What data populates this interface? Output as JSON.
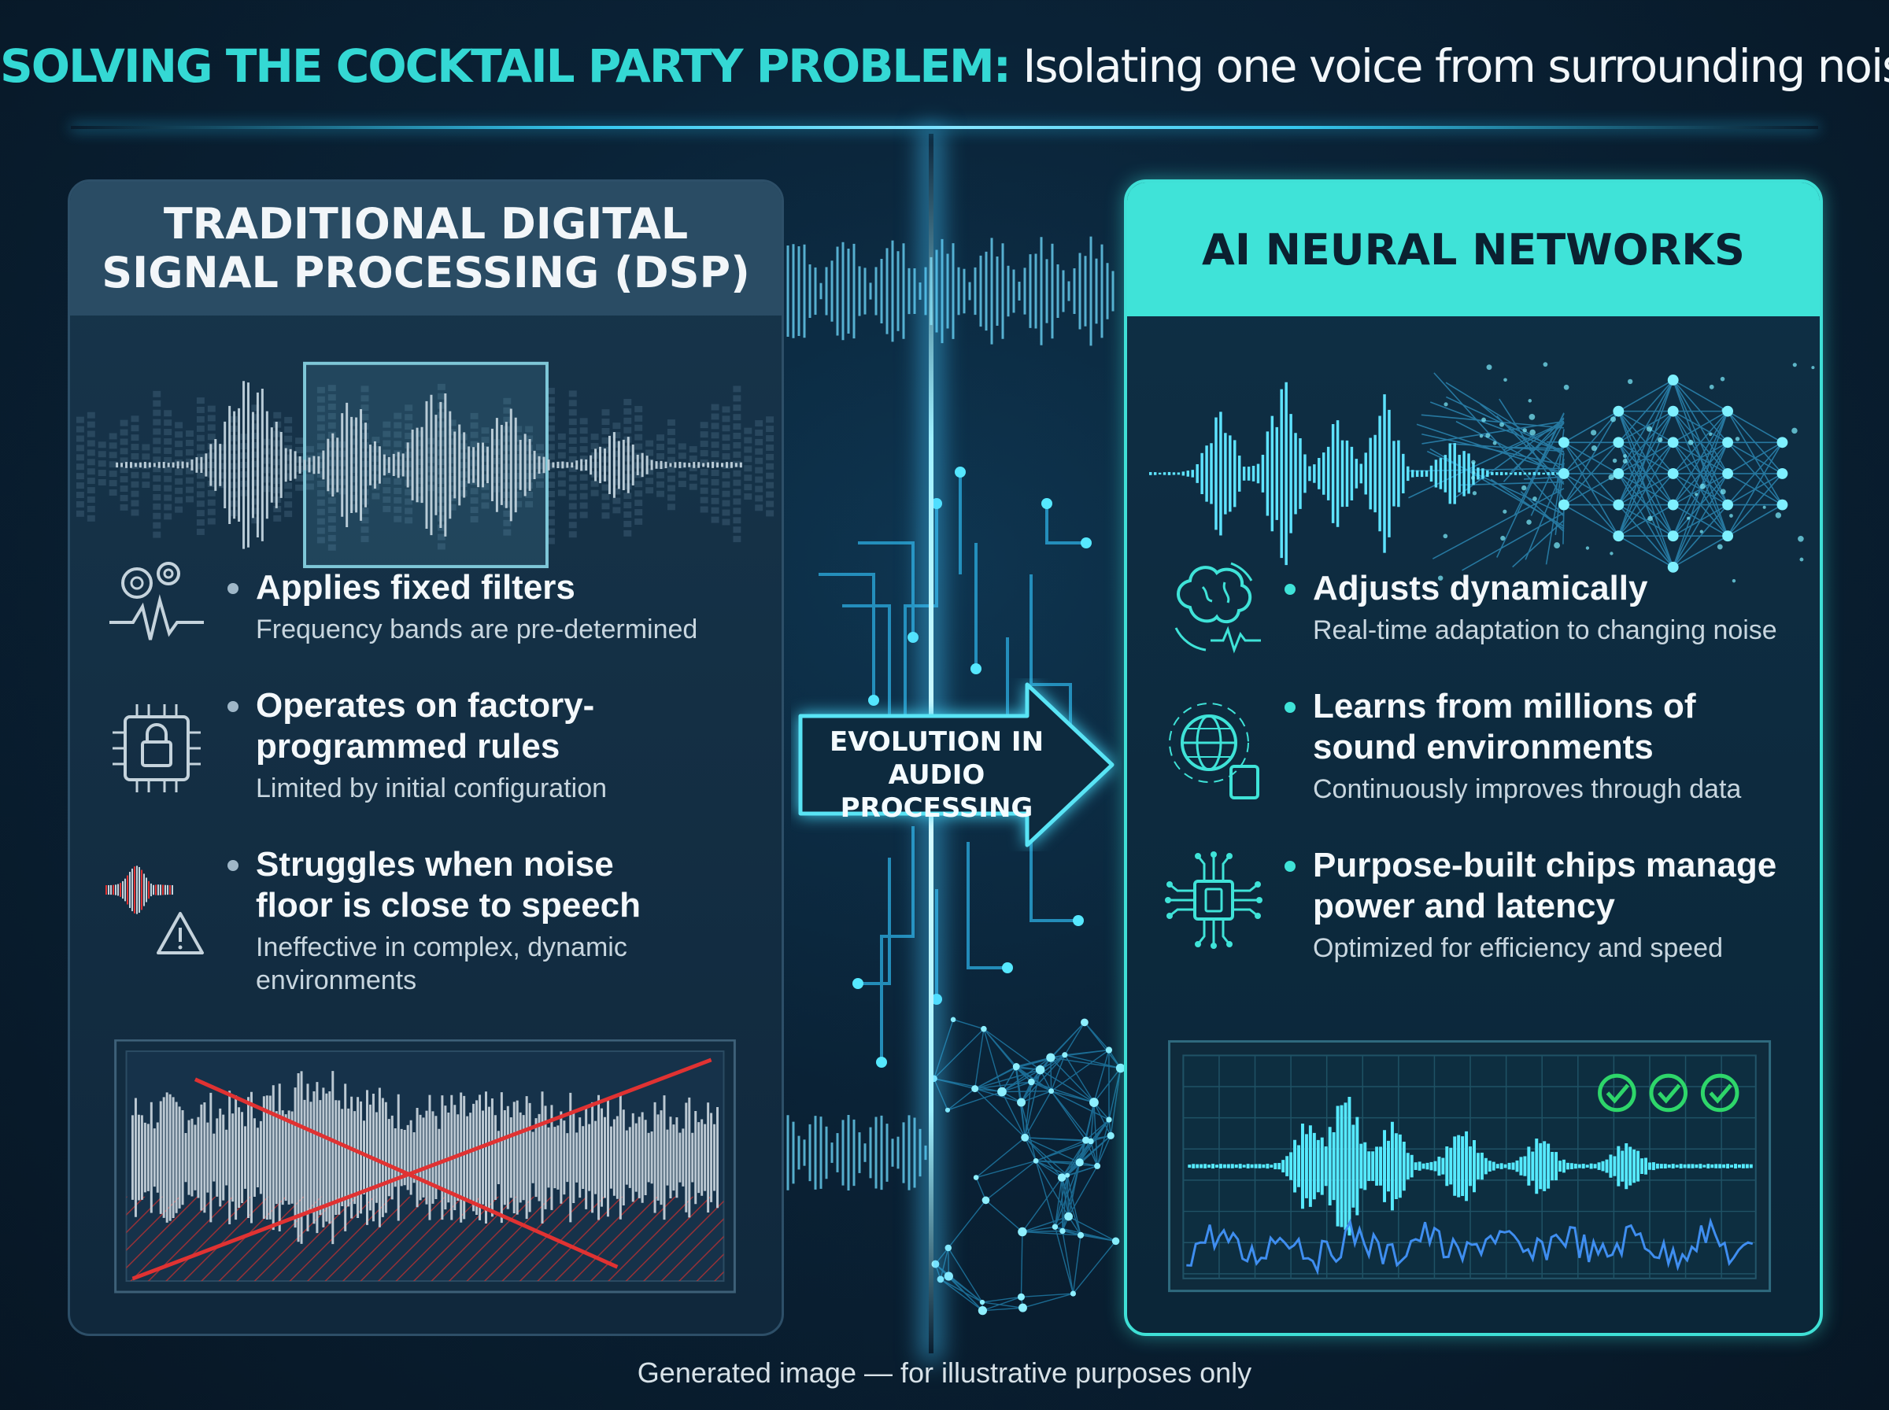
{
  "title": {
    "accent": "SOLVING THE COCKTAIL PARTY PROBLEM:",
    "rest": " Isolating one voice from surrounding noise"
  },
  "left_panel": {
    "heading": "TRADITIONAL DIGITAL SIGNAL PROCESSING (DSP)",
    "items": [
      {
        "icon": "gears-waveform-icon",
        "head": "Applies fixed filters",
        "sub": "Frequency bands are pre-determined"
      },
      {
        "icon": "locked-chip-icon",
        "head": "Operates on factory-programmed rules",
        "sub": "Limited by initial configuration"
      },
      {
        "icon": "noise-warning-icon",
        "head": "Struggles when noise floor is close to speech",
        "sub": "Ineffective in complex, dynamic environments"
      }
    ]
  },
  "center": {
    "arrow_label": "EVOLUTION IN AUDIO PROCESSING"
  },
  "right_panel": {
    "heading": "AI NEURAL NETWORKS",
    "items": [
      {
        "icon": "brain-adapt-icon",
        "head": "Adjusts dynamically",
        "sub": "Real-time adaptation to changing noise"
      },
      {
        "icon": "globe-data-icon",
        "head": "Learns from millions of sound environments",
        "sub": "Continuously improves through data"
      },
      {
        "icon": "ai-chip-icon",
        "head": "Purpose-built chips manage power and latency",
        "sub": "Optimized for efficiency and speed"
      }
    ]
  },
  "footer": "Generated image — for illustrative purposes only",
  "colors": {
    "accent_teal": "#3fe3d8",
    "left_header": "#2a4c64",
    "error_red": "#e03232",
    "check_green": "#2ed66a",
    "wave_cyan": "#4fe6ff"
  }
}
